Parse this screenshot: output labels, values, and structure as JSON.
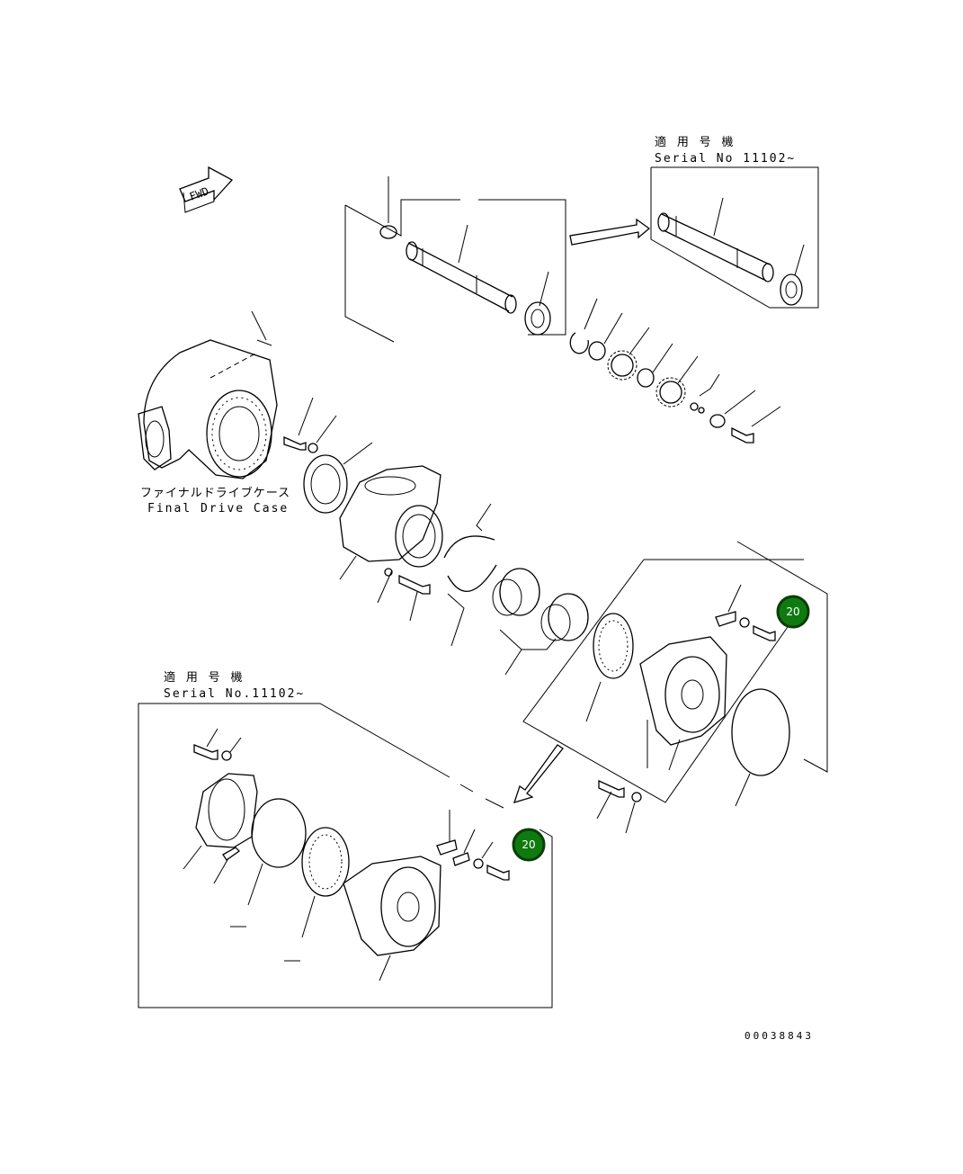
{
  "labels": {
    "serial_top_jp": "適 用 号 機",
    "serial_top_en": "Serial No 11102~",
    "serial_bottom_jp": "適 用 号 機",
    "serial_bottom_en": "Serial No.11102~",
    "case_jp": "ファイナルドライブケース",
    "case_en": "Final Drive Case",
    "fwd": "FWD",
    "drawing_number": "00038843"
  },
  "badges": [
    {
      "text": "20",
      "color": "#0f7a0f"
    },
    {
      "text": "20",
      "color": "#0f7a0f"
    }
  ],
  "colors": {
    "line": "#000000",
    "background": "#ffffff",
    "badge": "#0f7a0f"
  }
}
